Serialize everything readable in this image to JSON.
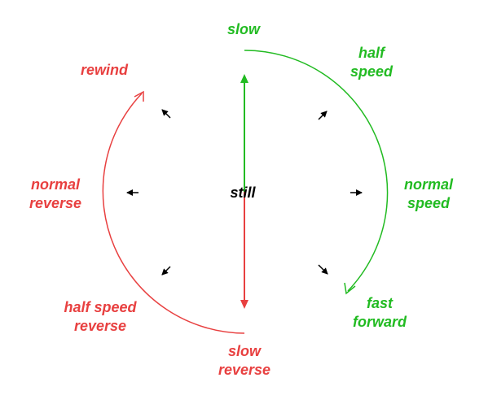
{
  "colors": {
    "green": "#22bb22",
    "red": "#e84040",
    "black": "#000000"
  },
  "labels": {
    "slow": [
      "slow"
    ],
    "half_speed": [
      "half",
      "speed"
    ],
    "normal_speed": [
      "normal",
      "speed"
    ],
    "fast_forward": [
      "fast",
      "forward"
    ],
    "slow_reverse": [
      "slow",
      "reverse"
    ],
    "half_speed_reverse": [
      "half speed",
      "reverse"
    ],
    "normal_reverse": [
      "normal",
      "reverse"
    ],
    "rewind": [
      "rewind"
    ],
    "still": [
      "still"
    ]
  }
}
